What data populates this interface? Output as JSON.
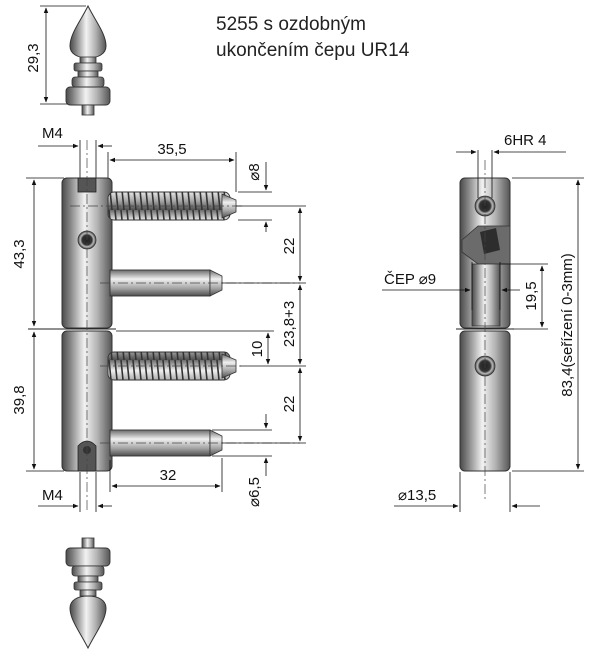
{
  "title": {
    "line1": "5255 s ozdobným",
    "line2": "ukončením čepu UR14"
  },
  "dimensions": {
    "finial_height": "29,3",
    "m4_top": "M4",
    "m4_bottom": "M4",
    "pin_length_top": "35,5",
    "thread_dia": "⌀8",
    "upper_leaf_height": "43,3",
    "pin_spacing_upper": "22",
    "pin_spacing_center": "23,8+3",
    "pin_offset": "10",
    "pin_spacing_lower": "22",
    "lower_leaf_height": "39,8",
    "pin_length_bottom": "32",
    "pin_dia": "⌀6,5",
    "hex_key": "6HR 4",
    "cep_dia": "ČEP ⌀9",
    "cep_length": "19,5",
    "total_height": "83,4(seřízení 0-3mm)",
    "body_dia": "⌀13,5"
  },
  "colors": {
    "metal_light": "#e8e8e8",
    "metal_mid": "#a9a9a9",
    "metal_dark": "#4a4a4a",
    "line": "#111111"
  }
}
